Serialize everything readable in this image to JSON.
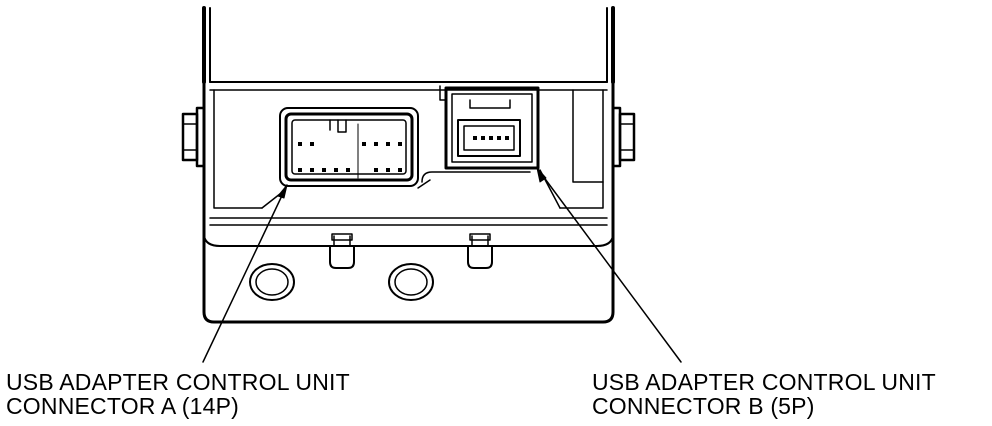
{
  "callouts": {
    "connector_a": {
      "line1": "USB ADAPTER CONTROL UNIT",
      "line2": "CONNECTOR A (14P)"
    },
    "connector_b": {
      "line1": "USB ADAPTER CONTROL UNIT",
      "line2": "CONNECTOR B (5P)"
    }
  },
  "colors": {
    "line": "#000000",
    "background": "#ffffff"
  }
}
